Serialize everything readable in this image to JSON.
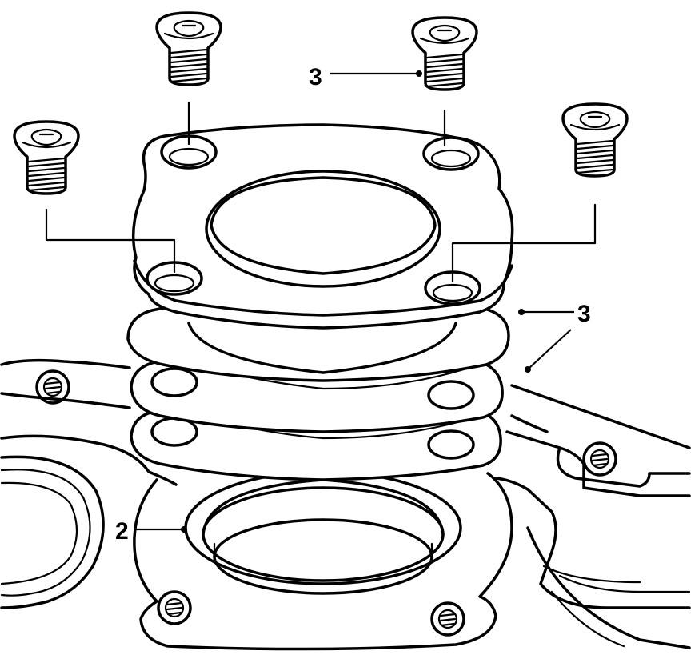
{
  "callouts": {
    "screw": "3",
    "gaskets": "3",
    "seal": "2"
  }
}
